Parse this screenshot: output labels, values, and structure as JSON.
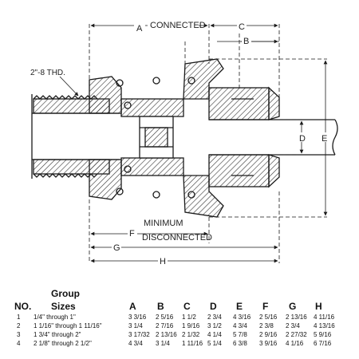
{
  "drawing": {
    "labels": {
      "connected": "CONNECTED",
      "thread": "2\"-8 THD.",
      "minimum": "MINIMUM",
      "disconnected": "DISCONNECTED",
      "A": "A",
      "B": "B",
      "C": "C",
      "D": "D",
      "E": "E",
      "F": "F",
      "G": "G",
      "H": "H"
    },
    "colors": {
      "line": "#1a1a1a",
      "hatch": "#333333",
      "paper": "#ffffff"
    }
  },
  "table": {
    "group_label": "Group",
    "headers": {
      "no": "NO.",
      "sizes": "Sizes",
      "A": "A",
      "B": "B",
      "C": "C",
      "D": "D",
      "E": "E",
      "F": "F",
      "G": "G",
      "H": "H"
    },
    "rows": [
      {
        "no": "1",
        "sizes": "1/4\" through 1\"",
        "A": "3 3/16",
        "B": "2 5/16",
        "C": "1 1/2",
        "D": "2 3/4",
        "E": "4 3/16",
        "F": "2 5/16",
        "G": "2 13/16",
        "H": "4 11/16"
      },
      {
        "no": "2",
        "sizes": "1 1/16\" through 1 11/16\"",
        "A": "3 1/4",
        "B": "2 7/16",
        "C": "1 9/16",
        "D": "3 1/2",
        "E": "4 3/4",
        "F": "2 3/8",
        "G": "2 3/4",
        "H": "4 13/16"
      },
      {
        "no": "3",
        "sizes": "1 3/4\" through 2\"",
        "A": "3 17/32",
        "B": "2 13/16",
        "C": "2 1/32",
        "D": "4 1/4",
        "E": "5 7/8",
        "F": "2 9/16",
        "G": "2 27/32",
        "H": "5 9/16"
      },
      {
        "no": "4",
        "sizes": "2 1/8\" through 2 1/2\"",
        "A": "4 3/4",
        "B": "3 1/4",
        "C": "1 11/16",
        "D": "5 1/4",
        "E": "6 3/8",
        "F": "3 9/16",
        "G": "4 1/16",
        "H": "6 7/16"
      }
    ]
  }
}
